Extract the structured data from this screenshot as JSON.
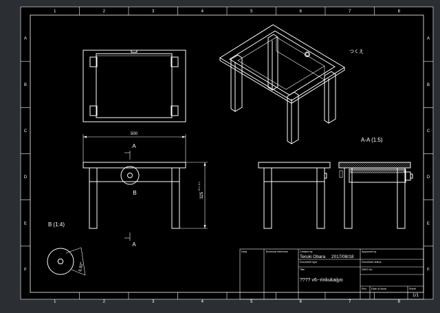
{
  "zones": {
    "columns": [
      "1",
      "2",
      "3",
      "4",
      "5",
      "6",
      "7",
      "8"
    ],
    "rows": [
      "A",
      "B",
      "C",
      "D",
      "E",
      "F"
    ]
  },
  "views": {
    "corner_note": "つくえ",
    "section_label": "A-A (1:5)",
    "detail_label": "B (1:4)",
    "marker_a_top": "A",
    "marker_a_bottom": "A",
    "marker_b": "B",
    "dim_width": "500",
    "dim_height": "325",
    "dim_height_tol": "+0.1\n-0.1",
    "dim_detail": "6.92°"
  },
  "title_block": {
    "dept_label": "Dept.",
    "technical_reference_label": "Technical reference",
    "created_by_label": "Created by",
    "created_by_value": "Teruki Obara",
    "date_value": "2017/08/18",
    "approved_by_label": "Approved by",
    "document_type_label": "Document type",
    "document_status_label": "Document status",
    "title_label": "Title",
    "title_value": "???? v6--rinkukaijyo",
    "dwg_no_label": "DWG No.",
    "rev_label": "Rev.",
    "date_of_issue_label": "Date of issue",
    "sheet_label": "Sheet",
    "sheet_value": "1/1"
  },
  "colors": {
    "background_outer": "#2b2f33",
    "sheet": "#000000",
    "lines": "#ffffff"
  }
}
